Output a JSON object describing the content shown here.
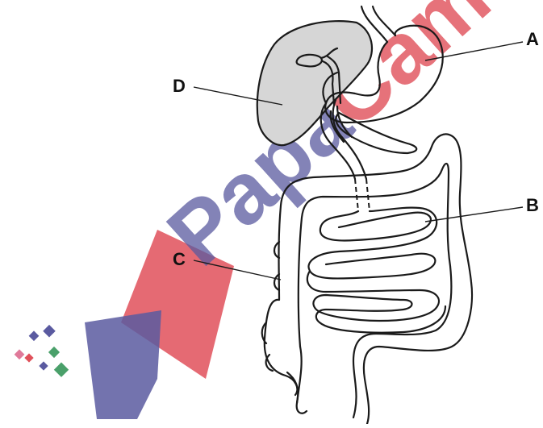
{
  "diagram": {
    "labels": {
      "A": "A",
      "B": "B",
      "C": "C",
      "D": "D"
    }
  },
  "watermark": {
    "text": "PapaCam",
    "colors": {
      "red": "#e0505a",
      "blue": "#5a5aa0",
      "green": "#4aa06a",
      "pink": "#e07a9a"
    }
  },
  "colors": {
    "liver_fill": "#d6d6d6",
    "outline": "#1a1a1a"
  }
}
